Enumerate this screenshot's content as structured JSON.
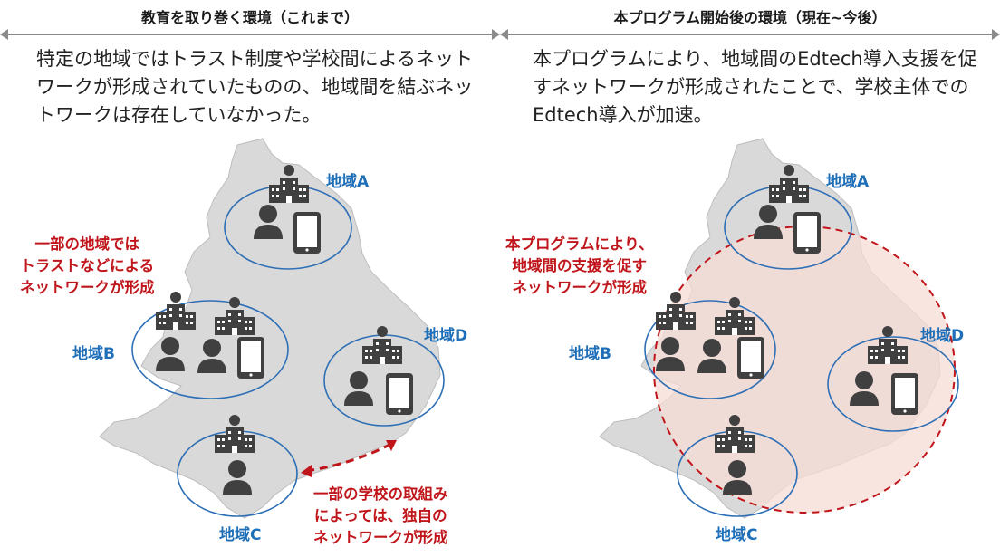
{
  "left": {
    "heading": "教育を取り巻く環境（これまで）",
    "desc": "特定の地域ではトラスト制度や学校間によるネットワークが形成されていたものの、地域間を結ぶネットワークは存在していなかった。",
    "notes": {
      "trust_network": "一部の地域では\nトラストなどによる\nネットワークが形成",
      "school_network": "一部の学校の取組み\nによっては、独自の\nネットワークが形成"
    },
    "regions": [
      "地域A",
      "地域B",
      "地域C",
      "地域D"
    ]
  },
  "right": {
    "heading": "本プログラム開始後の環境（現在~今後）",
    "desc": "本プログラムにより、地域間のEdtech導入支援を促すネットワークが形成されたことで、学校主体でのEdtech導入が加速。",
    "notes": {
      "program_network": "本プログラムにより、\n地域間の支援を促す\nネットワークが形成"
    },
    "regions": [
      "地域A",
      "地域B",
      "地域C",
      "地域D"
    ]
  },
  "colors": {
    "region_label": "#1f6fb8",
    "ellipse_stroke": "#2e6fb5",
    "note_red": "#c0161b",
    "map_fill": "#d9d9d9",
    "icon_fill": "#404040",
    "program_fill": "#f6dcd6"
  }
}
